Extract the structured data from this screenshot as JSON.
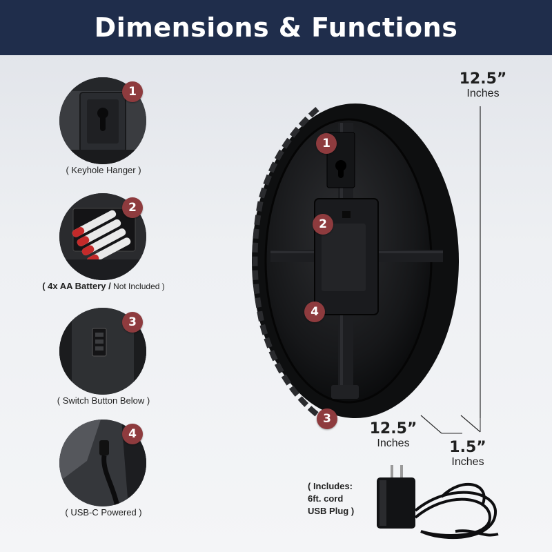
{
  "header": {
    "title": "Dimensions & Functions",
    "background_color": "#1f2d4b"
  },
  "accent_color": "#8e3b3e",
  "features": [
    {
      "number": "1",
      "label": "( Keyhole Hanger )",
      "icon": "keyhole-icon"
    },
    {
      "number": "2",
      "label_bold": "( 4x AA Battery /",
      "label_light": " Not Included )",
      "icon": "battery-icon"
    },
    {
      "number": "3",
      "label": "( Switch Button Below )",
      "icon": "switch-icon"
    },
    {
      "number": "4",
      "label": "( USB-C Powered )",
      "icon": "usb-c-icon"
    }
  ],
  "clock_badges": [
    "1",
    "2",
    "4",
    "3"
  ],
  "dimensions": {
    "height": {
      "value": "12.5”",
      "unit": "Inches"
    },
    "diameter": {
      "value": "12.5”",
      "unit": "Inches"
    },
    "depth": {
      "value": "1.5”",
      "unit": "Inches"
    }
  },
  "includes": {
    "line1": "( Includes:",
    "line2": "6ft. cord",
    "line3": "USB Plug )"
  }
}
